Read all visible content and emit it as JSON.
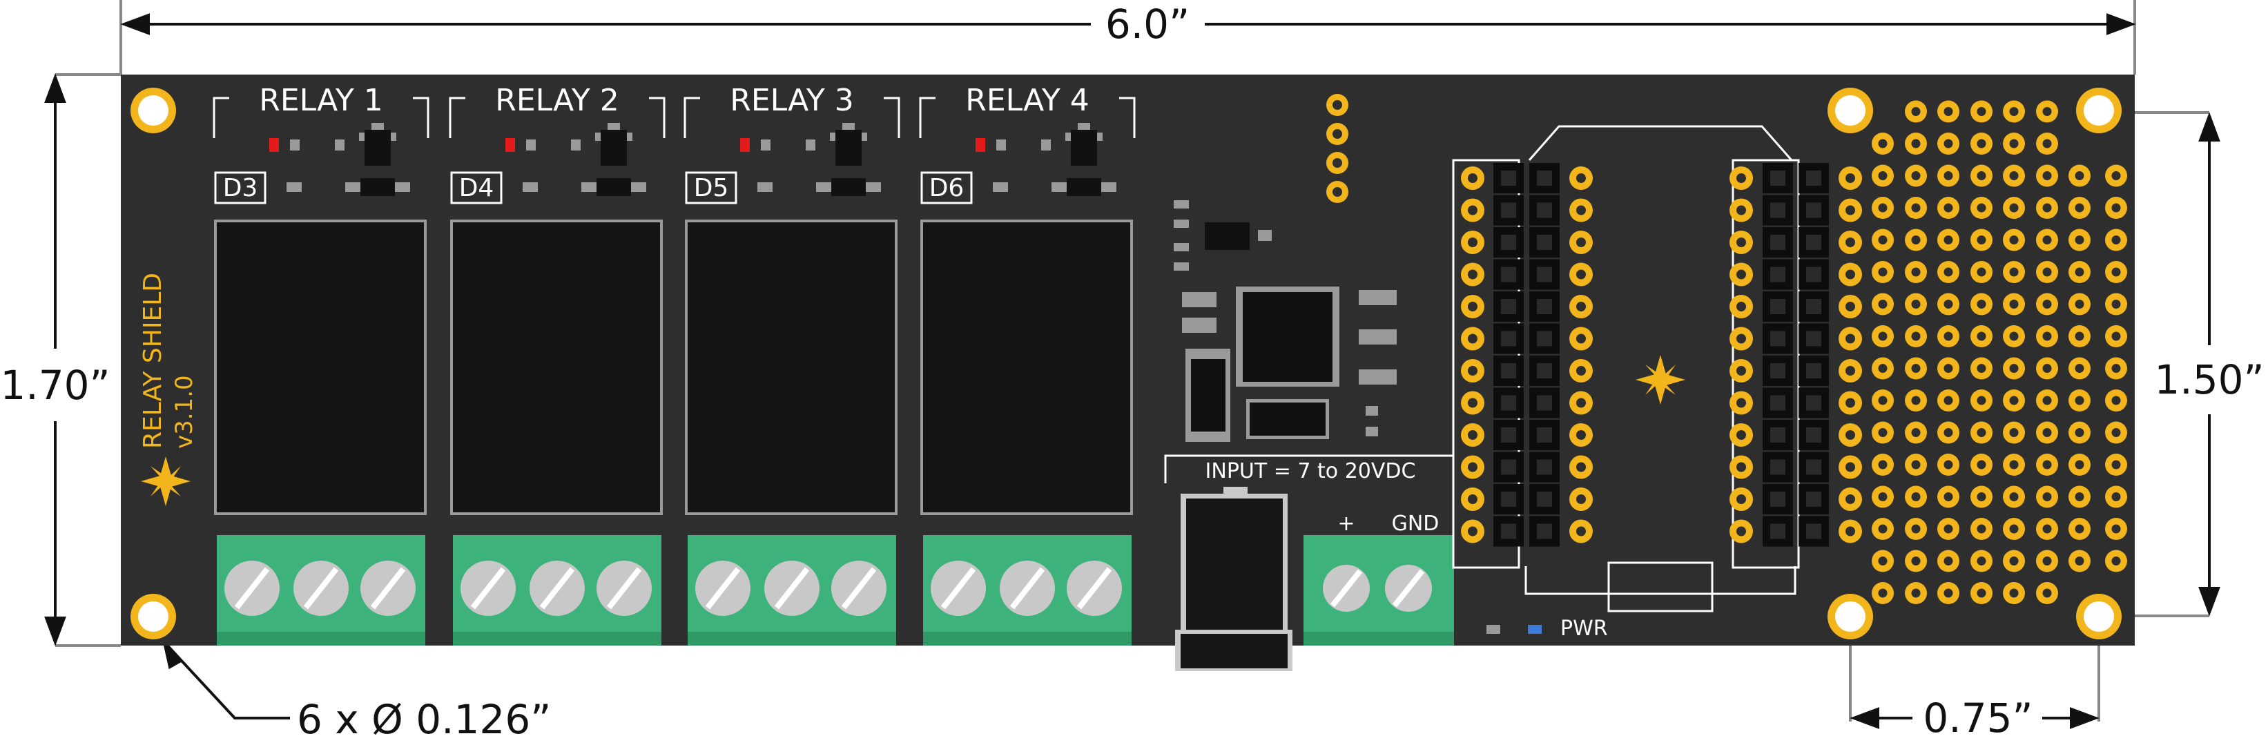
{
  "dimensions": {
    "width": "6.0”",
    "height": "1.70”",
    "hole_span_vertical": "1.50”",
    "hole_span_horizontal": "0.75”",
    "holes": "6 x Ø 0.126”"
  },
  "board": {
    "title": "RELAY SHIELD",
    "version": "v3.1.0",
    "relays": [
      {
        "label": "RELAY 1",
        "pin": "D3"
      },
      {
        "label": "RELAY 2",
        "pin": "D4"
      },
      {
        "label": "RELAY 3",
        "pin": "D5"
      },
      {
        "label": "RELAY 4",
        "pin": "D6"
      }
    ],
    "input_label": "INPUT = 7 to 20VDC",
    "terminal_plus": "+",
    "terminal_gnd": "GND",
    "power_led_label": "PWR"
  },
  "colors": {
    "board": "#2e2e2e",
    "gold": "#f2b51c",
    "terminal": "#3db27a",
    "led_red": "#e31b1b",
    "led_blue": "#3a7bd5"
  }
}
